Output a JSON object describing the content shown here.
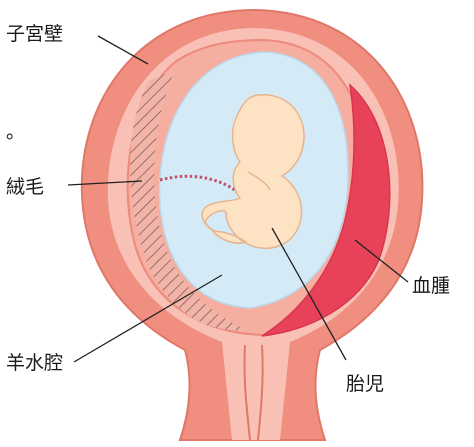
{
  "labels": {
    "uterine_wall": "子宮壁",
    "villus": "絨毛",
    "amniotic_cavity": "羊水腔",
    "hematoma": "血腫",
    "fetus": "胎児",
    "stray_mark": "。"
  },
  "colors": {
    "uterus_outer": "#f08e80",
    "uterus_inner": "#f9c0b6",
    "chorion_wall": "#f6aea1",
    "amniotic_fluid": "#d4ebf7",
    "hematoma": "#e8425a",
    "fetus": "#fde3c4",
    "cord": "#c2506a",
    "hatching": "#7a5852"
  },
  "icons": [
    "fetus-illustration",
    "umbilical-cord",
    "villus-hatching"
  ]
}
